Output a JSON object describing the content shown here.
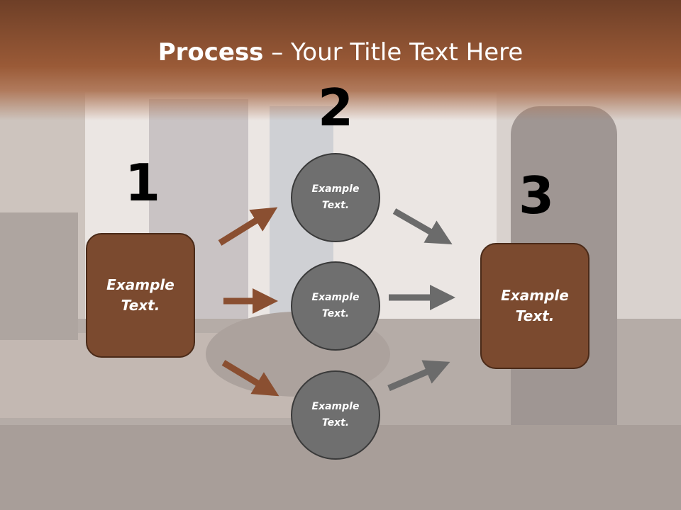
{
  "title": {
    "bold": "Process",
    "rest": " – Your Title Text Here"
  },
  "steps": [
    {
      "number": "1",
      "label": "Example\nText."
    },
    {
      "number": "2",
      "labels": [
        "Example\nText.",
        "Example\nText.",
        "Example\nText."
      ]
    },
    {
      "number": "3",
      "label": "Example\nText."
    }
  ],
  "colors": {
    "brown": "#7b4a2f",
    "grey": "#6f6f6f",
    "arrow_brown": "#8a4f31",
    "arrow_grey": "#6b6b6b"
  }
}
